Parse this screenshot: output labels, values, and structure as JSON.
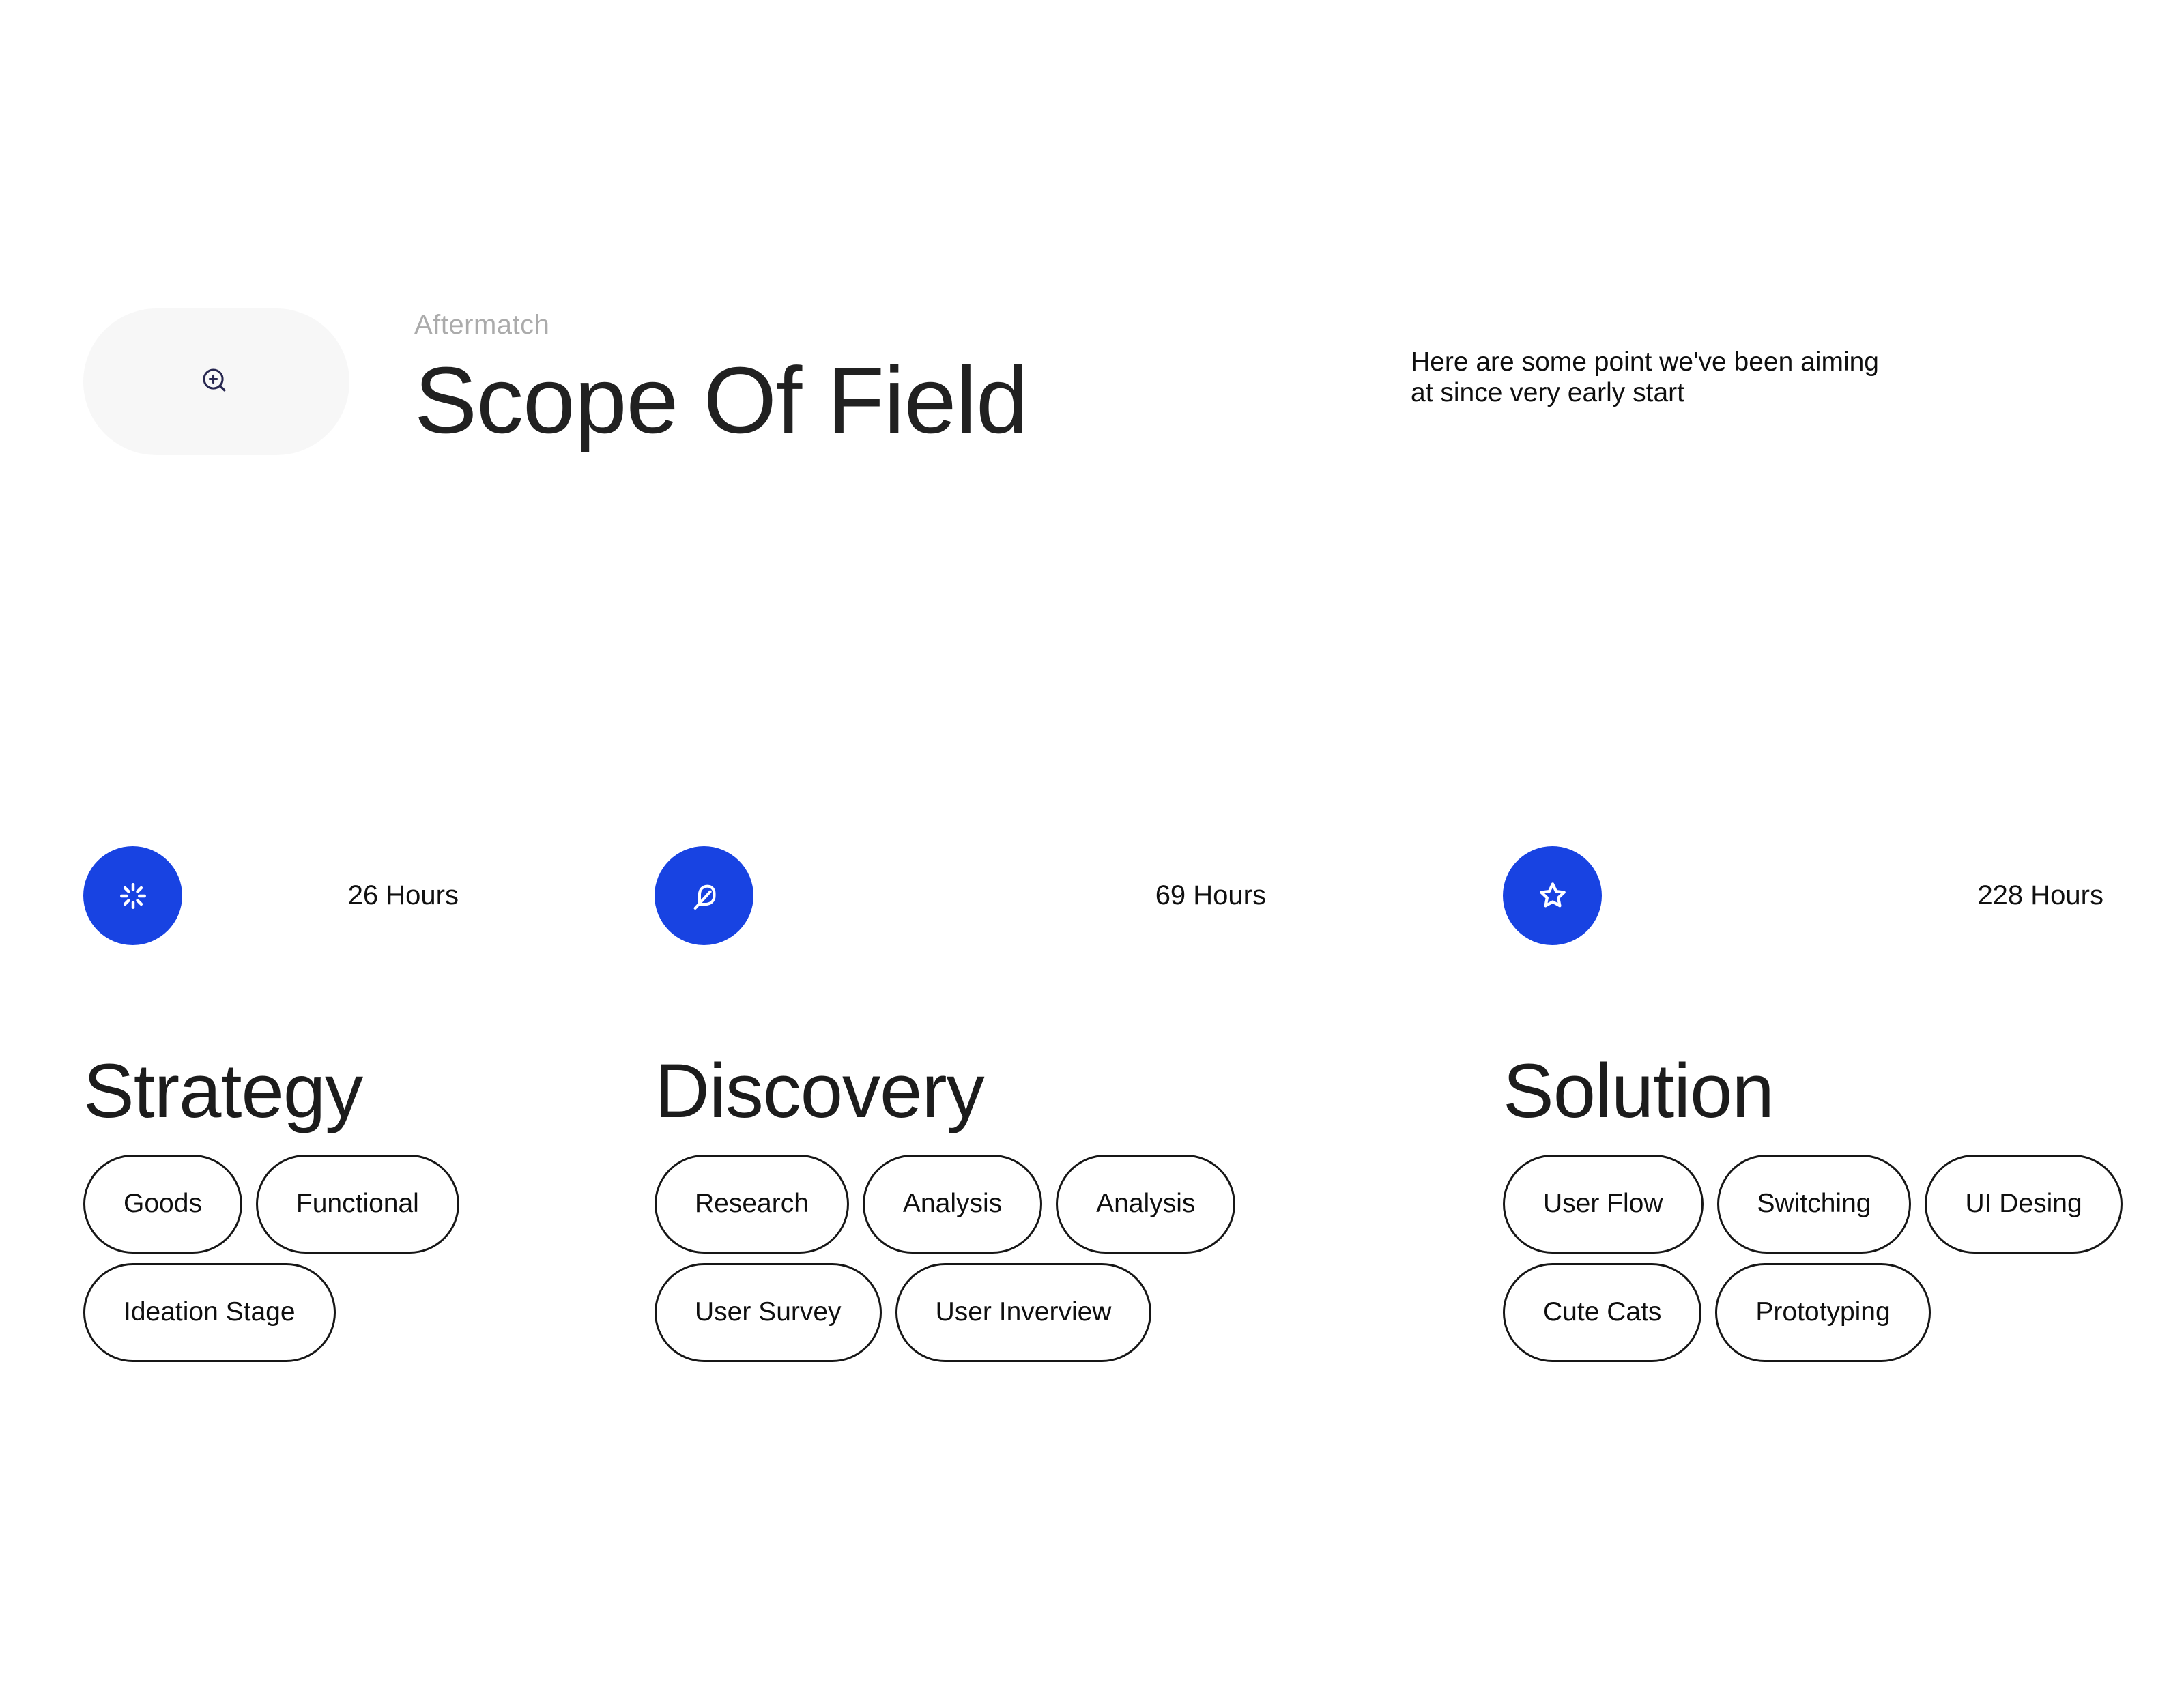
{
  "header": {
    "eyebrow": "Aftermatch",
    "title": "Scope Of Field",
    "intro_line1": "Here are some point we've been aiming",
    "intro_line2": "at since very early start"
  },
  "search_button": {
    "icon": "zoom-in-icon"
  },
  "colors": {
    "accent_blue": "#1843E2",
    "icon_navy": "#26264F",
    "pill_bg": "#F7F7F7",
    "eyebrow_gray": "#ABABAB"
  },
  "sections": [
    {
      "icon": "loader-icon",
      "hours": "26 Hours",
      "title": "Strategy",
      "tags_rows": [
        [
          "Goods",
          "Functional"
        ],
        [
          "Ideation Stage"
        ]
      ]
    },
    {
      "icon": "pen-icon",
      "hours": "69 Hours",
      "title": "Discovery",
      "tags_rows": [
        [
          "Research",
          "Analysis",
          "Analysis"
        ],
        [
          "User Survey",
          "User Inverview"
        ]
      ]
    },
    {
      "icon": "star-icon",
      "hours": "228 Hours",
      "title": "Solution",
      "tags_rows": [
        [
          "User Flow",
          "Switching",
          "UI Desing"
        ],
        [
          "Cute Cats",
          "Prototyping"
        ]
      ]
    }
  ]
}
